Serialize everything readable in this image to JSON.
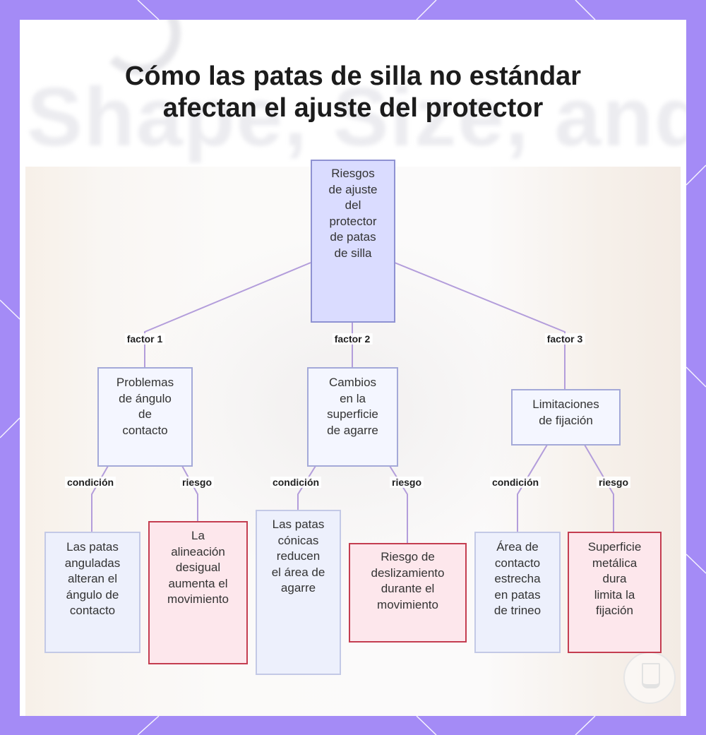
{
  "title": {
    "line1": "Cómo las patas de silla no estándar",
    "line2": "afectan el ajuste del protector"
  },
  "background": {
    "ghost_text": "Shape, Size, and F"
  },
  "colors": {
    "frame": "#a48bf6",
    "root_fill": "#dadcff",
    "root_border": "#8f92d2",
    "risk_border": "#c43d50",
    "edge": "#b39ddb"
  },
  "icons": {
    "watermark": "chair-leg-logo-icon"
  },
  "nodes": {
    "root": {
      "lines": [
        "Riesgos",
        "de ajuste",
        "del",
        "protector",
        "de patas",
        "de silla"
      ]
    },
    "factor1": {
      "lines": [
        "Problemas",
        "de ángulo",
        "de",
        "contacto"
      ]
    },
    "factor2": {
      "lines": [
        "Cambios",
        "en la",
        "superficie",
        "de agarre"
      ]
    },
    "factor3": {
      "lines": [
        "Limitaciones",
        "de fijación"
      ]
    },
    "cond1": {
      "lines": [
        "Las patas",
        "anguladas",
        "alteran el",
        "ángulo de",
        "contacto"
      ]
    },
    "risk1": {
      "lines": [
        "La",
        "alineación",
        "desigual",
        "aumenta el",
        "movimiento"
      ]
    },
    "cond2": {
      "lines": [
        "Las patas",
        "cónicas",
        "reducen",
        "el área de",
        "agarre"
      ]
    },
    "risk2": {
      "lines": [
        "Riesgo de",
        "deslizamiento",
        "durante el",
        "movimiento"
      ]
    },
    "cond3": {
      "lines": [
        "Área de",
        "contacto",
        "estrecha",
        "en patas",
        "de trineo"
      ]
    },
    "risk3": {
      "lines": [
        "Superficie",
        "metálica",
        "dura",
        "limita la",
        "fijación"
      ]
    }
  },
  "edges": {
    "factor1": "factor 1",
    "factor2": "factor 2",
    "factor3": "factor 3",
    "cond1": "condición",
    "risk1": "riesgo",
    "cond2": "condición",
    "risk2": "riesgo",
    "cond3": "condición",
    "risk3": "riesgo"
  }
}
